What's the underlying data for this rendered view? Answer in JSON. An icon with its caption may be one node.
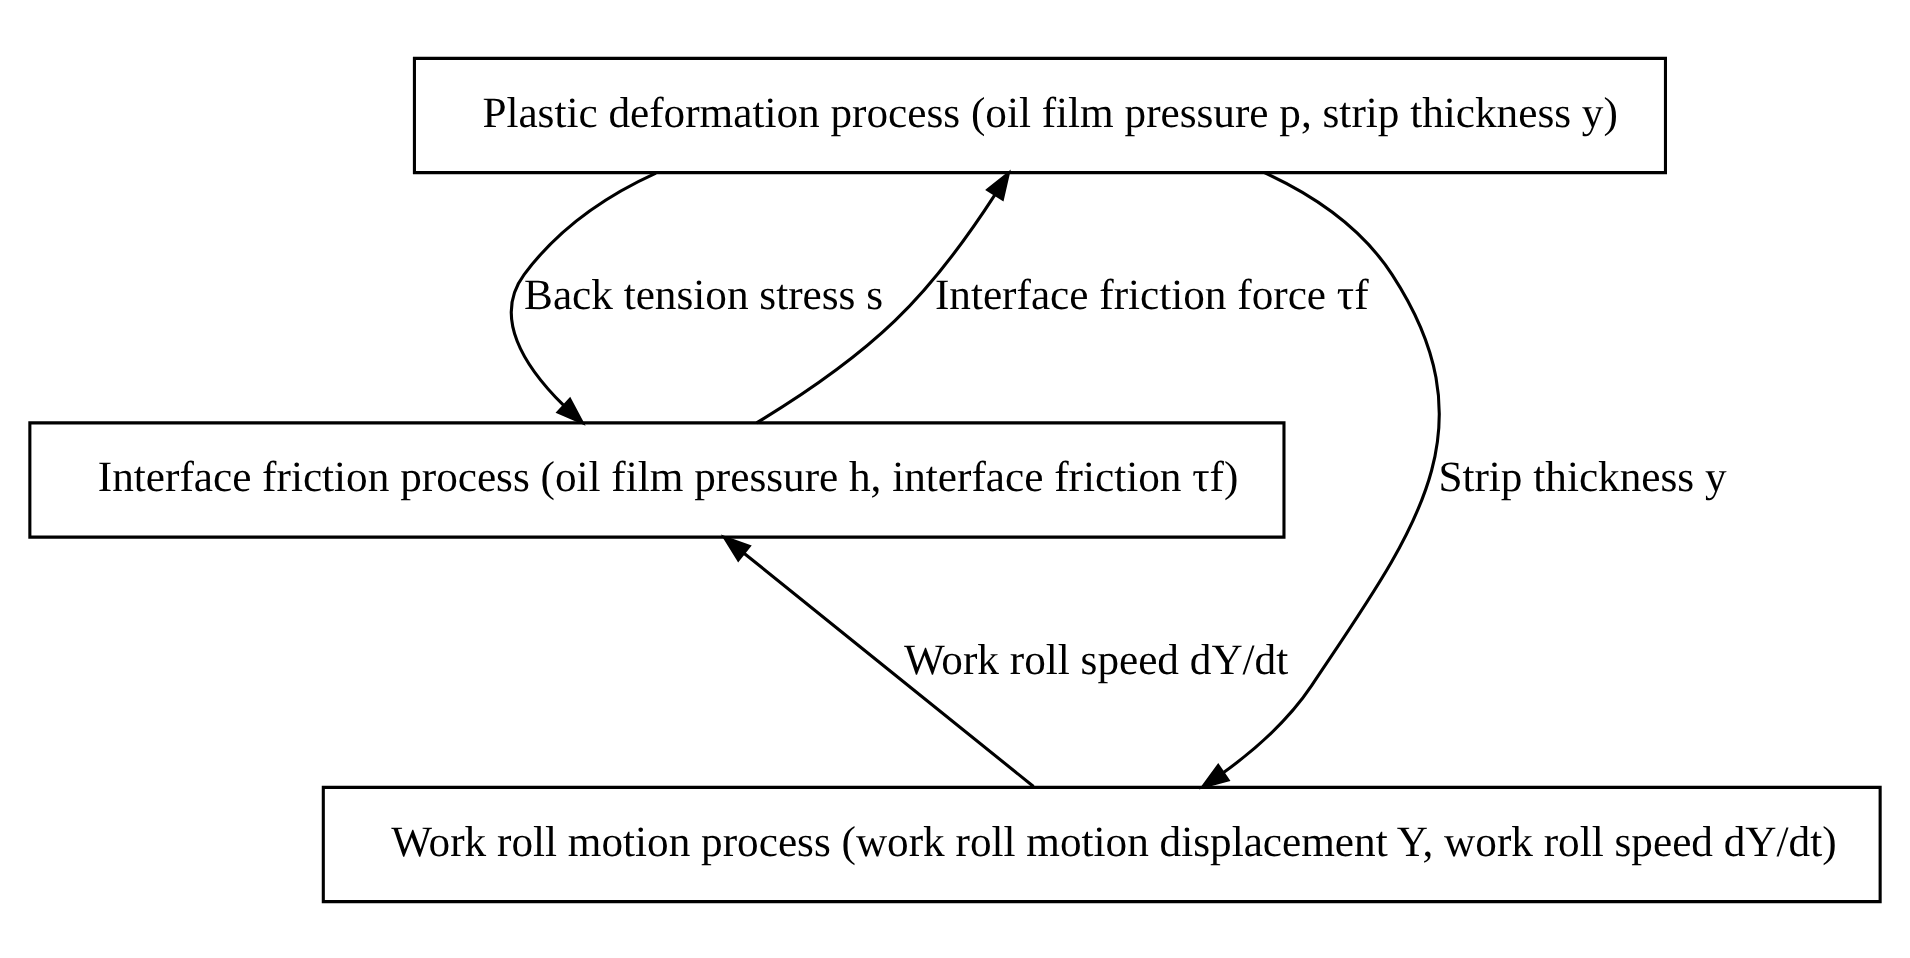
{
  "diagram": {
    "nodes": [
      {
        "text": [
          "Plastic deformation process (oil film pressure p, strip thickness y)"
        ]
      },
      {
        "text": [
          "Interface friction process (oil film pressure h, interface friction τf)"
        ]
      },
      {
        "text": [
          "Work roll motion process (work roll motion displacement Y, work roll speed dY/dt)"
        ]
      }
    ],
    "edges": [
      {
        "from": 0,
        "to": 2,
        "arrow": "to",
        "label": "Strip thickness y"
      },
      {
        "from": 0,
        "to": 1,
        "arrow": "to",
        "label": "Back tension stress s"
      },
      {
        "from": 1,
        "to": 0,
        "arrow": "to",
        "label": "Interface friction force τf"
      },
      {
        "from": 2,
        "to": 1,
        "arrow": "to",
        "label": "Work roll speed dY/dt"
      }
    ]
  }
}
